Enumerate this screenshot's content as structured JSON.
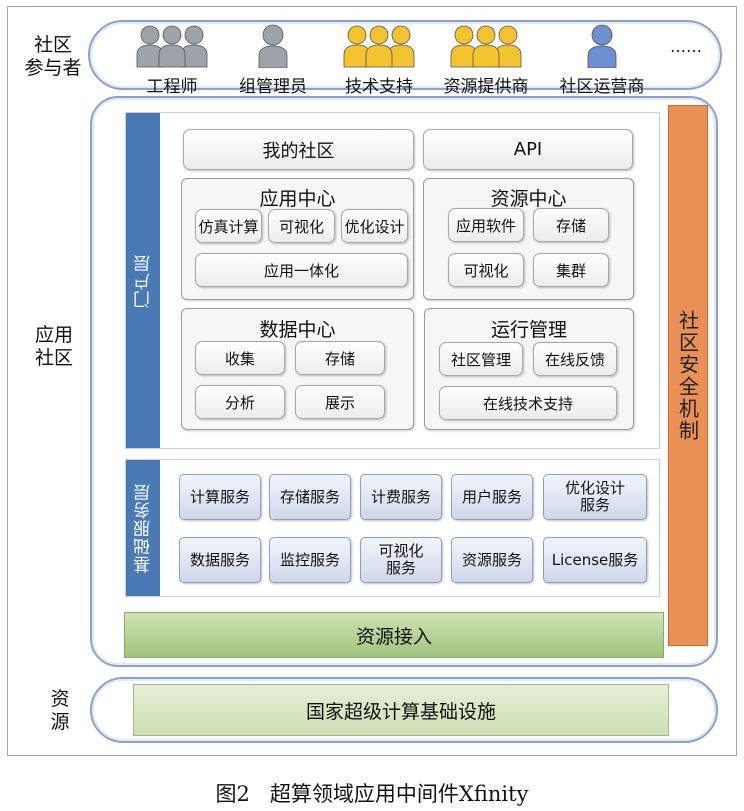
{
  "participants": {
    "label": [
      "社区",
      "参与者"
    ],
    "roles": [
      {
        "label": "工程师",
        "icon": "group-user-icon",
        "color": "#9ea3a9"
      },
      {
        "label": "组管理员",
        "icon": "user-icon",
        "color": "#9ea3a9"
      },
      {
        "label": "技术支持",
        "icon": "group-user-icon",
        "color": "#f2c230"
      },
      {
        "label": "资源提供商",
        "icon": "group-user-icon",
        "color": "#f2c230"
      },
      {
        "label": "社区运营商",
        "icon": "user-icon",
        "color": "#6e8fd0"
      }
    ],
    "more": "……"
  },
  "app": {
    "label": [
      "应用",
      "社区"
    ],
    "portal": {
      "label": "门户层",
      "my_community": "我的社区",
      "api": "API",
      "app_center": {
        "title": "应用中心",
        "items": [
          "仿真计算",
          "可视化",
          "优化设计"
        ],
        "wide": "应用一体化"
      },
      "resource_center": {
        "title": "资源中心",
        "items": [
          "应用软件",
          "存储",
          "可视化",
          "集群"
        ]
      },
      "data_center": {
        "title": "数据中心",
        "items": [
          "收集",
          "存储",
          "分析",
          "展示"
        ]
      },
      "ops": {
        "title": "运行管理",
        "items": [
          "社区管理",
          "在线反馈"
        ],
        "wide": "在线技术支持"
      }
    },
    "base": {
      "label": "基础服务层",
      "row1": [
        "计算服务",
        "存储服务",
        "计费服务",
        "用户服务",
        "优化设计\n服务"
      ],
      "row2": [
        "数据服务",
        "监控服务",
        "可视化\n服务",
        "资源服务",
        "License服务"
      ]
    },
    "access": "资源接入",
    "security": "社区安全机制"
  },
  "resources": {
    "label": [
      "资",
      "源"
    ],
    "infra": "国家超级计算基础设施"
  },
  "caption": "图2   超算领域应用中间件Xfinity",
  "colors": {
    "portal_bar": "#4a7ab6",
    "security": "#ea8f55",
    "access": "#a7c987"
  }
}
